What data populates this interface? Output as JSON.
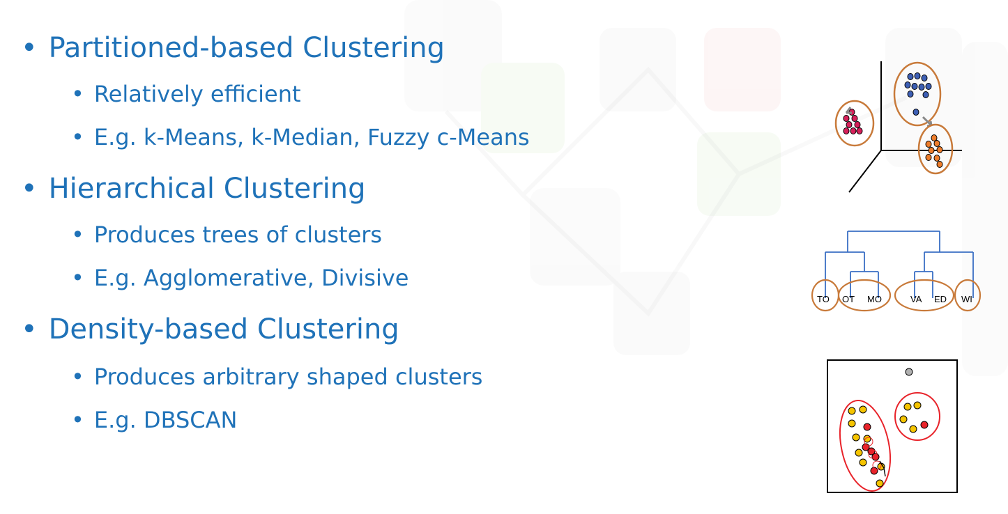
{
  "bullets": [
    {
      "title": "Partitioned-based Clustering",
      "items": [
        "Relatively efficient",
        "E.g. k-Means, k-Median, Fuzzy c-Means"
      ]
    },
    {
      "title": "Hierarchical Clustering",
      "items": [
        "Produces trees of clusters",
        "E.g. Agglomerative, Divisive"
      ]
    },
    {
      "title": "Density-based Clustering",
      "items": [
        "Produces arbitrary shaped clusters",
        "E.g. DBSCAN"
      ]
    }
  ],
  "dendrogram": {
    "leaves": [
      "TO",
      "OT",
      "MO",
      "VA",
      "ED",
      "WI"
    ]
  },
  "colors": {
    "text": "#1f72b8",
    "cluster_ring": "#c87a3a",
    "density_ring": "#e8232a",
    "tree": "#3a6fc4"
  }
}
